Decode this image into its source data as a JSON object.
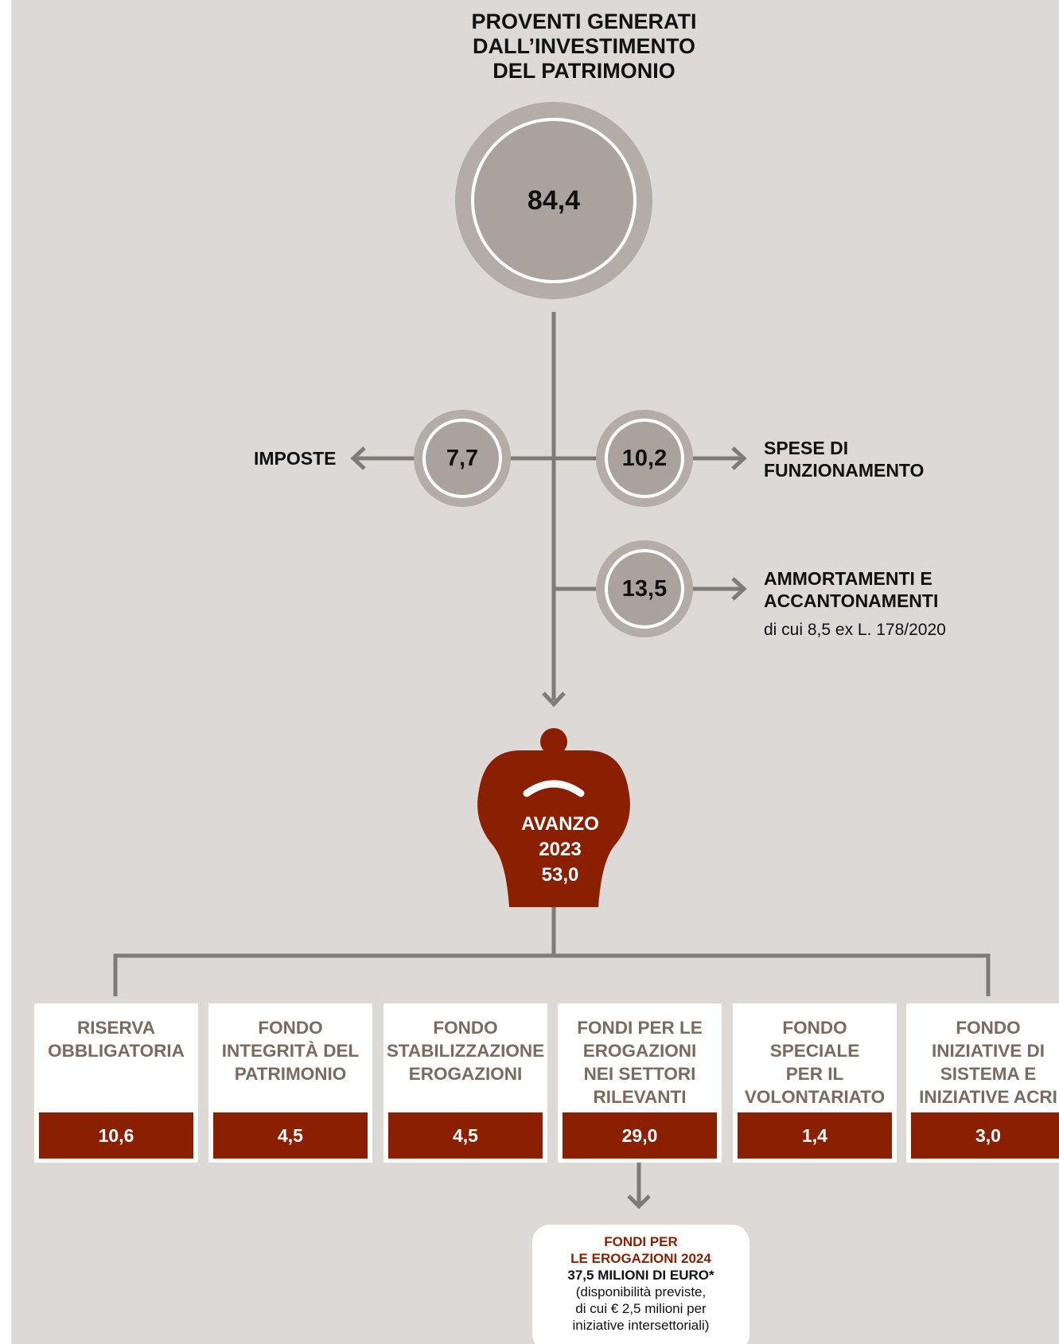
{
  "title": "PROVENTI GENERATI\nDALL’INVESTIMENTO\nDEL PATRIMONIO",
  "total": "84,4",
  "deductions": {
    "imposte": {
      "label": "IMPOSTE",
      "value": "7,7"
    },
    "spese": {
      "label": "SPESE DI\nFUNZIONAMENTO",
      "value": "10,2"
    },
    "ammortamenti": {
      "label": "AMMORTAMENTI E\nACCANTONAMENTI",
      "value": "13,5",
      "note": "di cui 8,5 ex L. 178/2020"
    }
  },
  "avanzo": {
    "label": "AVANZO",
    "year": "2023",
    "value": "53,0"
  },
  "funds": [
    {
      "label": "RISERVA\nOBBLIGATORIA",
      "value": "10,6"
    },
    {
      "label": "FONDO\nINTEGRITÀ DEL\nPATRIMONIO",
      "value": "4,5"
    },
    {
      "label": "FONDO\nSTABILIZZAZIONE\nEROGAZIONI",
      "value": "4,5"
    },
    {
      "label": "FONDI PER LE\nEROGAZIONI\nNEI SETTORI\nRILEVANTI",
      "value": "29,0"
    },
    {
      "label": "FONDO\nSPECIALE\nPER IL\nVOLONTARIATO",
      "value": "1,4"
    },
    {
      "label": "FONDO\nINIZIATIVE DI\nSISTEMA E\nINIZIATIVE ACRI",
      "value": "3,0"
    }
  ],
  "erogazioni_2024": {
    "title": "FONDI PER\nLE EROGAZIONI 2024",
    "amount": "37,5 MILIONI DI EURO*",
    "note": "(disponibilità previste,\ndi cui € 2,5 milioni per\niniziative intersettoriali)"
  },
  "colors": {
    "background": "#ddd9d6",
    "accent": "#8a1f02",
    "line": "#7f7b77",
    "circle": "#aaa29d",
    "fund_label": "#7b6a5e"
  }
}
